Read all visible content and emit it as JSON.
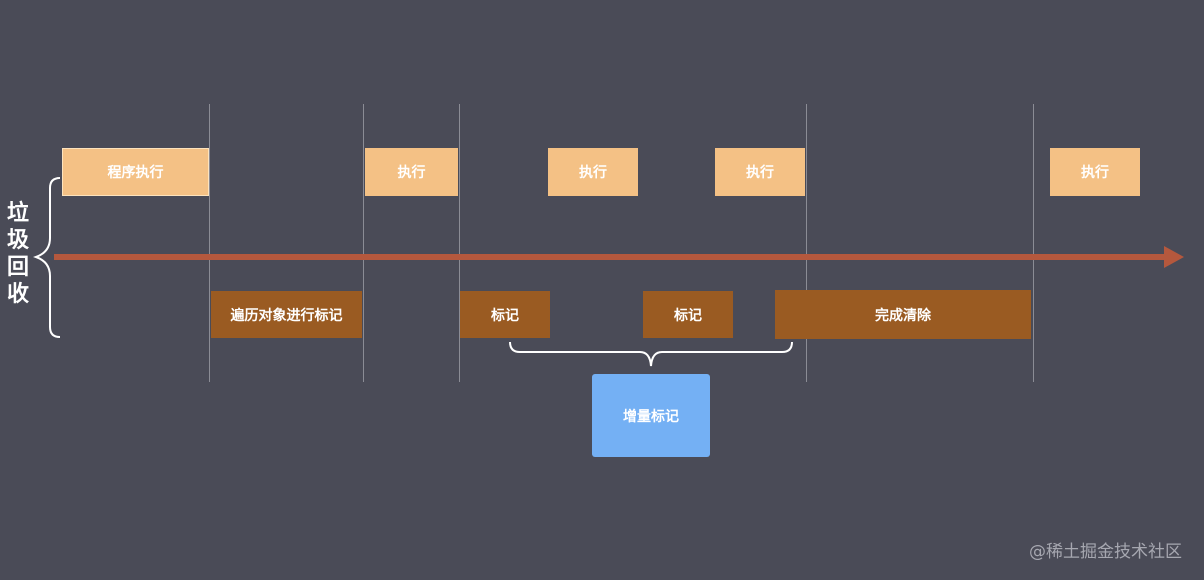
{
  "diagram": {
    "side_label": "垃\n圾\n回\n收",
    "exec_boxes": [
      "程序执行",
      "执行",
      "执行",
      "执行",
      "执行"
    ],
    "gc_boxes": [
      "遍历对象进行标记",
      "标记",
      "标记",
      "完成清除"
    ],
    "incremental_label": "增量标记"
  },
  "colors": {
    "background": "#4a4b57",
    "exec": "#f4c185",
    "gc": "#9a5b22",
    "axis": "#b5583d",
    "incremental": "#74b0f4"
  },
  "watermark": "@稀土掘金技术社区"
}
